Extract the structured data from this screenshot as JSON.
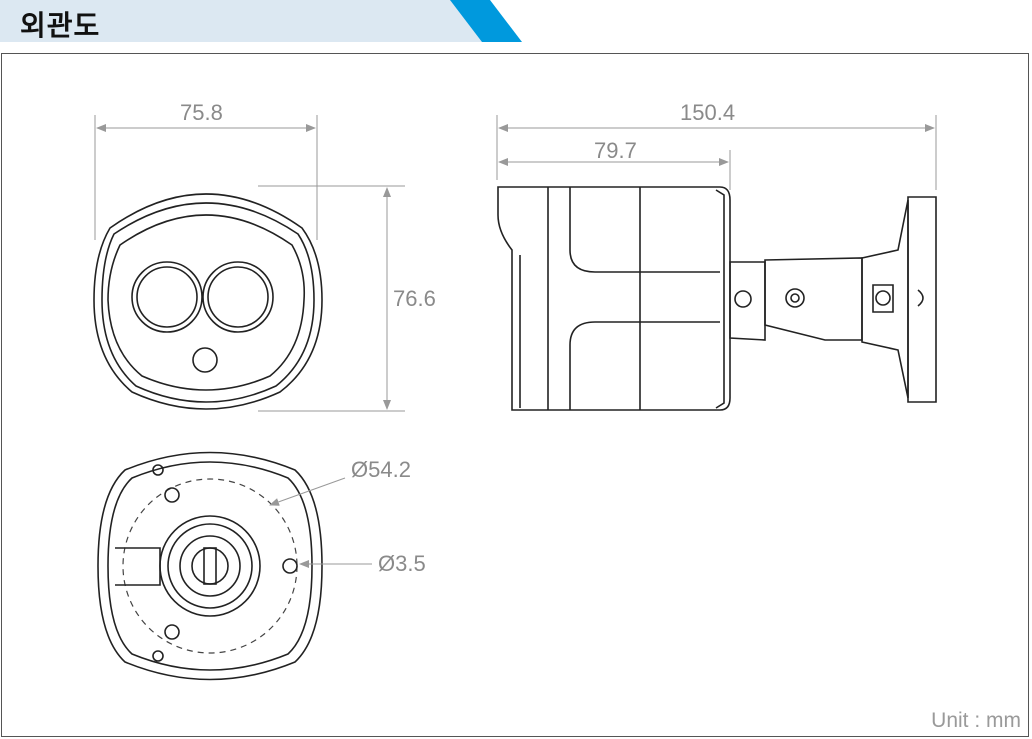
{
  "header": {
    "title": "외관도",
    "band_color": "#dce8f2",
    "accent_color": "#0099dd"
  },
  "views": {
    "front": {
      "width_label": "75.8",
      "height_label": "76.6"
    },
    "side": {
      "overall_length_label": "150.4",
      "body_length_label": "79.7"
    },
    "rear": {
      "bolt_circle_label": "Ø54.2",
      "hole_label": "Ø3.5"
    }
  },
  "unit_label": "Unit : mm"
}
